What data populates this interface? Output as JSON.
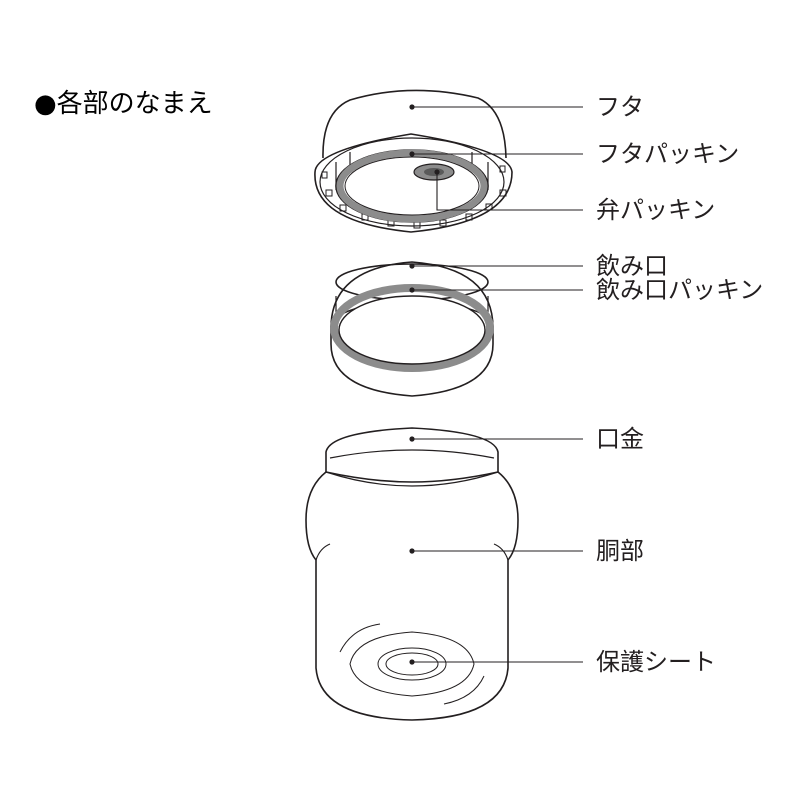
{
  "title": "●各部のなまえ",
  "parts": [
    {
      "label": "フタ"
    },
    {
      "label": "フタパッキン"
    },
    {
      "label": "弁パッキン"
    },
    {
      "label": "飲み口"
    },
    {
      "label": "飲み口パッキン"
    },
    {
      "label": "口金"
    },
    {
      "label": "胴部"
    },
    {
      "label": "保護シート"
    }
  ],
  "colors": {
    "line": "#231f20",
    "packing": "#8c8c8c",
    "background": "#ffffff"
  }
}
